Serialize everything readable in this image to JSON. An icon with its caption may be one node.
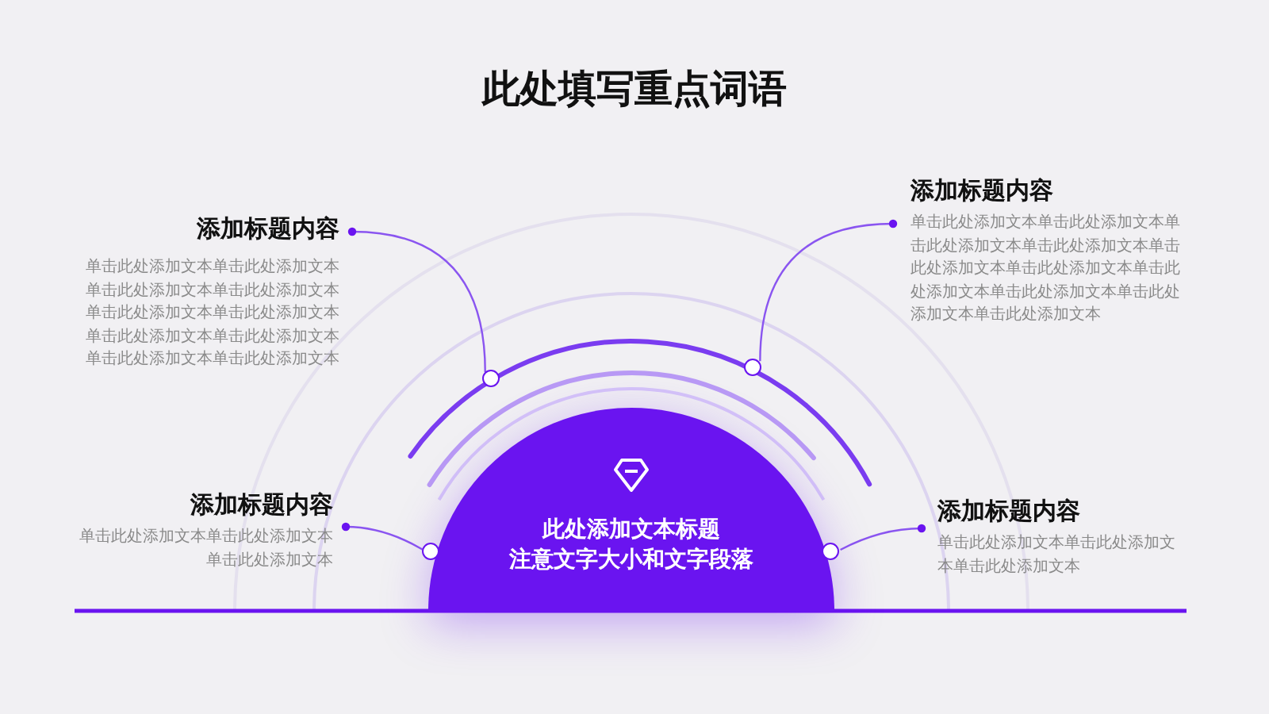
{
  "diagram": {
    "title": "此处填写重点词语",
    "nodes": [
      {
        "text": [
          "此处添加文本标题",
          "注意文字大小和文字段落"
        ]
      },
      {
        "text": [
          "添加标题内容",
          "单击此处添加文本单击此处添加文本单击此处添加文本单击此处添加文本单击此处添加文本单击此处添加文本单击此处添加文本单击此处添加文本单击此处添加文本单击此处添加文本"
        ]
      },
      {
        "text": [
          "添加标题内容",
          "单击此处添加文本单击此处添加文本单击此处添加文本单击此处添加文本单击此处添加文本单击此处添加文本单击此处添加文本单击此处添加文本单击此处添加文本单击此处添加文本"
        ]
      },
      {
        "text": [
          "添加标题内容",
          "单击此处添加文本单击此处添加文本单击此处添加文本"
        ]
      },
      {
        "text": [
          "添加标题内容",
          "单击此处添加文本单击此处添加文本单击此处添加文本"
        ]
      },
      {
        "text": [],
        "shape": "circle"
      },
      {
        "text": [],
        "shape": "circle"
      },
      {
        "text": [],
        "shape": "circle"
      },
      {
        "text": [],
        "shape": "circle"
      }
    ],
    "edges": [
      {
        "from": 1,
        "to": 5,
        "arrow": "other"
      },
      {
        "from": 2,
        "to": 6,
        "arrow": "other"
      },
      {
        "from": 3,
        "to": 7,
        "arrow": "other"
      },
      {
        "from": 4,
        "to": 8,
        "arrow": "other"
      }
    ]
  }
}
